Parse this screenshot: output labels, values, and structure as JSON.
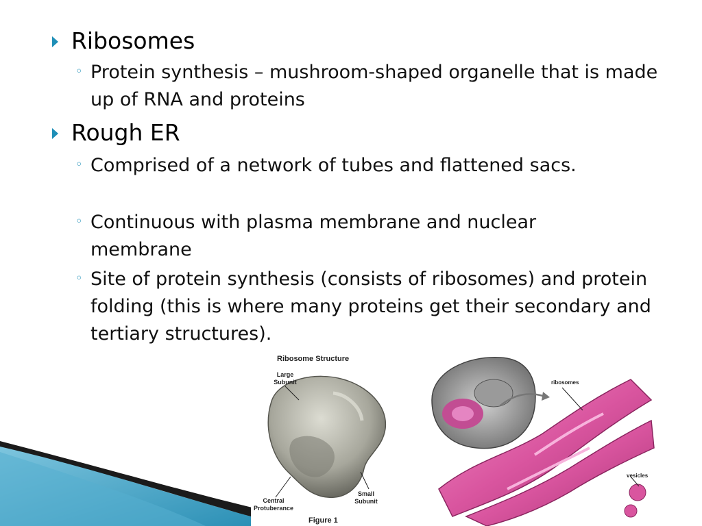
{
  "slide": {
    "sections": [
      {
        "title": "Ribosomes",
        "points": [
          "Protein synthesis – mushroom-shaped organelle that is made up of RNA and proteins"
        ]
      },
      {
        "title": "Rough ER",
        "points": [
          "Comprised of a network of tubes and flattened sacs.",
          "Continuous with plasma membrane and nuclear membrane",
          "Site of protein synthesis (consists of ribosomes) and protein folding (this is where many proteins get their secondary and tertiary structures)."
        ]
      }
    ],
    "bullet_marker": "◦"
  },
  "figure_ribosome": {
    "title": "Ribosome Structure",
    "label_large": "Large Subunit",
    "label_small": "Small Subunit",
    "label_central": "Central Protuberance",
    "caption": "Figure 1"
  },
  "figure_er": {
    "label_ribosomes": "ribosomes",
    "label_vesicles": "vesicles"
  },
  "colors": {
    "accent": "#1f8fb7",
    "er_pink": "#d9559f",
    "ribosome_gray": "#a8a8a0"
  }
}
